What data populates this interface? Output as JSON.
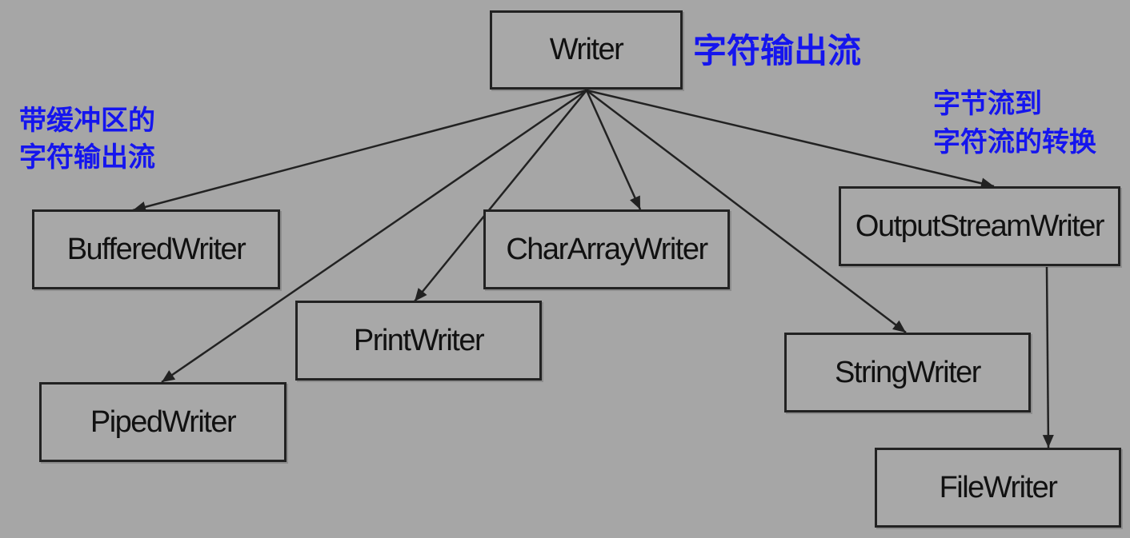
{
  "colors": {
    "background": "#a6a6a6",
    "box_border": "#222222",
    "text": "#111111",
    "annotation": "#1515ee"
  },
  "nodes": {
    "writer": "Writer",
    "buffered_writer": "BufferedWriter",
    "char_array_writer": "CharArrayWriter",
    "print_writer": "PrintWriter",
    "piped_writer": "PipedWriter",
    "output_stream_writer": "OutputStreamWriter",
    "string_writer": "StringWriter",
    "file_writer": "FileWriter"
  },
  "annotations": {
    "main": "字符输出流",
    "buffered": [
      "带缓冲区的",
      "字符输出流"
    ],
    "conversion": [
      "字节流到",
      "字符流的转换"
    ]
  },
  "edges": [
    {
      "from": "writer",
      "to": "buffered_writer"
    },
    {
      "from": "writer",
      "to": "piped_writer"
    },
    {
      "from": "writer",
      "to": "print_writer"
    },
    {
      "from": "writer",
      "to": "char_array_writer"
    },
    {
      "from": "writer",
      "to": "string_writer"
    },
    {
      "from": "writer",
      "to": "output_stream_writer"
    },
    {
      "from": "output_stream_writer",
      "to": "file_writer"
    }
  ]
}
